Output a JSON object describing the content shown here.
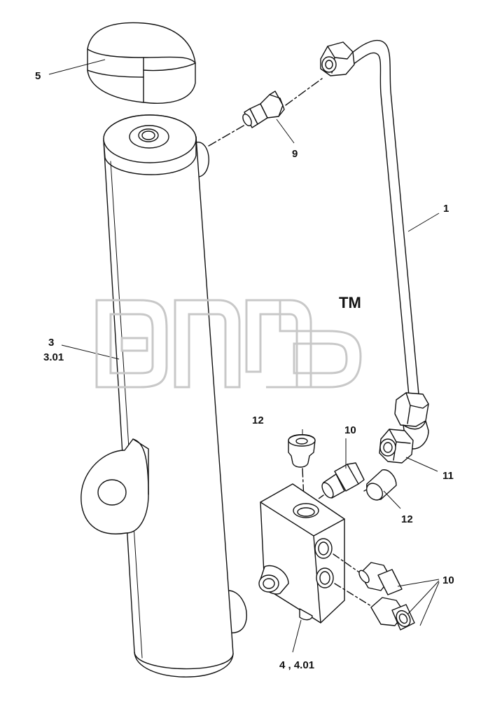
{
  "callouts": {
    "c1": "1",
    "c3": "3",
    "c3b": "3.01",
    "c4": "4 , 4.01",
    "c5": "5",
    "c9": "9",
    "c10a": "10",
    "c10b": "10",
    "c11": "11",
    "c12a": "12",
    "c12b": "12"
  },
  "watermark": {
    "trademark": "TM"
  },
  "colors": {
    "line": "#111111",
    "watermark": "#c8c8c8",
    "background": "#ffffff"
  }
}
